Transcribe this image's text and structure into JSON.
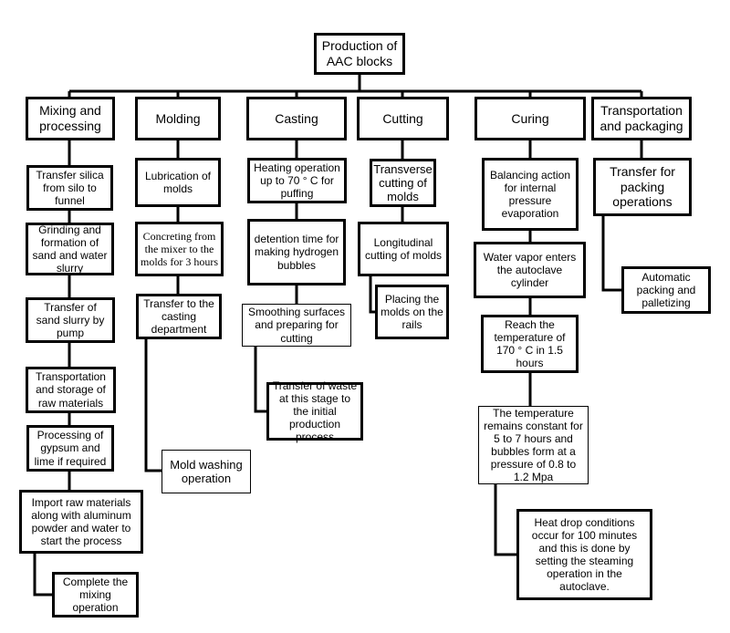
{
  "root": "Production of AAC blocks",
  "categories": {
    "mixing": "Mixing and processing",
    "molding": "Molding",
    "casting": "Casting",
    "cutting": "Cutting",
    "curing": "Curing",
    "transport": "Transportation and packaging"
  },
  "mixing_steps": [
    "Transfer silica from silo to funnel",
    "Grinding and formation of sand and water slurry",
    "Transfer of sand slurry by pump",
    "Transportation and storage of raw materials",
    "Processing of gypsum and lime if required",
    "Import raw materials along with aluminum powder and water to start the process",
    "Complete the mixing operation"
  ],
  "molding_steps": [
    "Lubrication of molds",
    "Concreting from the mixer to the molds for 3 hours",
    "Transfer to the casting department",
    "Mold washing operation"
  ],
  "casting_steps": [
    "Heating operation up to 70 ° C for puffing",
    "detention time for making hydrogen bubbles",
    "Smoothing surfaces and preparing for cutting",
    "Transfer of waste at this stage to the initial production process"
  ],
  "cutting_steps": [
    "Transverse cutting of molds",
    "Longitudinal cutting of molds",
    "Placing the molds on the rails"
  ],
  "curing_steps": [
    "Balancing action for internal pressure evaporation",
    "Water vapor enters the autoclave cylinder",
    "Reach the temperature of 170 ° C in 1.5 hours",
    "The temperature remains constant for 5 to 7 hours and bubbles form at a pressure of 0.8 to 1.2 Mpa",
    "Heat drop conditions occur for 100 minutes and this is done by setting the steaming operation in the autoclave."
  ],
  "transport_steps": [
    "Transfer for packing operations",
    "Automatic packing and palletizing"
  ]
}
